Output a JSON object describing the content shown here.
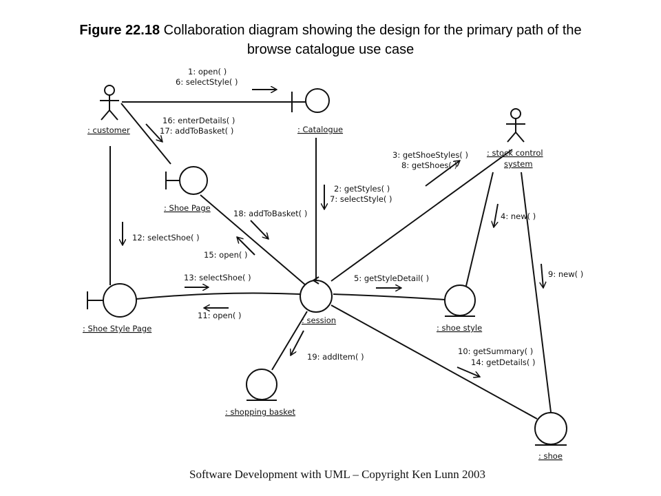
{
  "figure": {
    "number": "Figure 22.18",
    "caption_line1": "Collaboration diagram showing the design for the primary path of the",
    "caption_line2": "browse catalogue use case"
  },
  "objects": {
    "customer": ": customer",
    "catalogue": ": Catalogue",
    "stock_control_line1": ": stock control",
    "stock_control_line2": "system",
    "shoe_page": ": Shoe Page",
    "shoe_style_page": ": Shoe Style Page",
    "session": ": session",
    "shoe_style": ": shoe style",
    "shopping_basket": ": shopping basket",
    "shoe": ": shoe"
  },
  "messages": {
    "m1": "1: open( )",
    "m6": "6: selectStyle( )",
    "m16": "16: enterDetails( )",
    "m17": "17: addToBasket( )",
    "m3": "3: getShoeStyles( )",
    "m8": "8: getShoes( )",
    "m2": "2: getStyles( )",
    "m7": "7: selectStyle( )",
    "m4": "4: new( )",
    "m18": "18: addToBasket( )",
    "m12": "12: selectShoe( )",
    "m15": "15: open( )",
    "m9": "9: new( )",
    "m13": "13: selectShoe( )",
    "m5": "5: getStyleDetail( )",
    "m11": "11: open( )",
    "m10": "10: getSummary( )",
    "m14": "14: getDetails( )",
    "m19": "19: addItem( )"
  },
  "footer": "Software Development with UML – Copyright Ken Lunn 2003"
}
